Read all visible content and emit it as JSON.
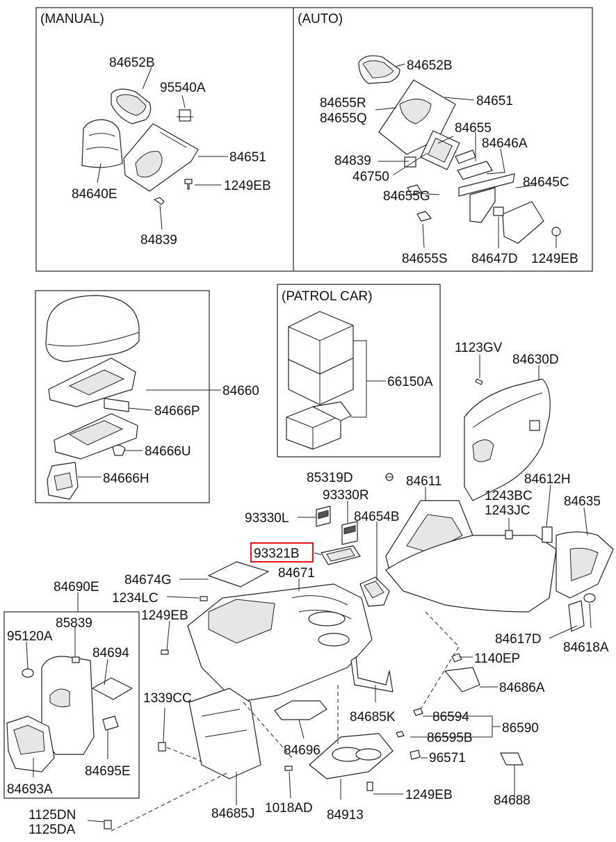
{
  "sections": {
    "manual": "(MANUAL)",
    "auto": "(AUTO)",
    "patrol_car": "(PATROL CAR)"
  },
  "highlight_color": "#e0161b",
  "highlighted_part": "93321B",
  "parts": {
    "m_84652B": "84652B",
    "m_95540A": "95540A",
    "m_84651": "84651",
    "m_84640E": "84640E",
    "m_1249EB": "1249EB",
    "m_84839": "84839",
    "a_84652B": "84652B",
    "a_84655R": "84655R",
    "a_84655Q": "84655Q",
    "a_84651": "84651",
    "a_84655": "84655",
    "a_84646A": "84646A",
    "a_84839": "84839",
    "a_46750": "46750",
    "a_84645C": "84645C",
    "a_84655G": "84655G",
    "a_84655S": "84655S",
    "a_84647D": "84647D",
    "a_1249EB": "1249EB",
    "p_84660": "84660",
    "p_84666P": "84666P",
    "p_84666U": "84666U",
    "p_84666H": "84666H",
    "p_66150A": "66150A",
    "p_1123GV": "1123GV",
    "p_84630D": "84630D",
    "p_85319D": "85319D",
    "p_84611": "84611",
    "p_84612H": "84612H",
    "p_93330R": "93330R",
    "p_93330L": "93330L",
    "p_84654B": "84654B",
    "p_1243BC": "1243BC",
    "p_1243JC": "1243JC",
    "p_84635": "84635",
    "p_93321B": "93321B",
    "p_84674G": "84674G",
    "p_84671": "84671",
    "p_84690E": "84690E",
    "p_1234LC": "1234LC",
    "p_1249EB_b": "1249EB",
    "p_84617D": "84617D",
    "p_84618A": "84618A",
    "p_85839": "85839",
    "p_95120A": "95120A",
    "p_84694": "84694",
    "p_1140EP": "1140EP",
    "p_84686A": "84686A",
    "p_1339CC": "1339CC",
    "p_84685K": "84685K",
    "p_86594": "86594",
    "p_86590": "86590",
    "p_86595B": "86595B",
    "p_84696": "84696",
    "p_96571": "96571",
    "p_84695E": "84695E",
    "p_84693A": "84693A",
    "p_1249EB_c": "1249EB",
    "p_84688": "84688",
    "p_84685J": "84685J",
    "p_1018AD": "1018AD",
    "p_84913": "84913",
    "p_1125DN": "1125DN",
    "p_1125DA": "1125DA"
  }
}
